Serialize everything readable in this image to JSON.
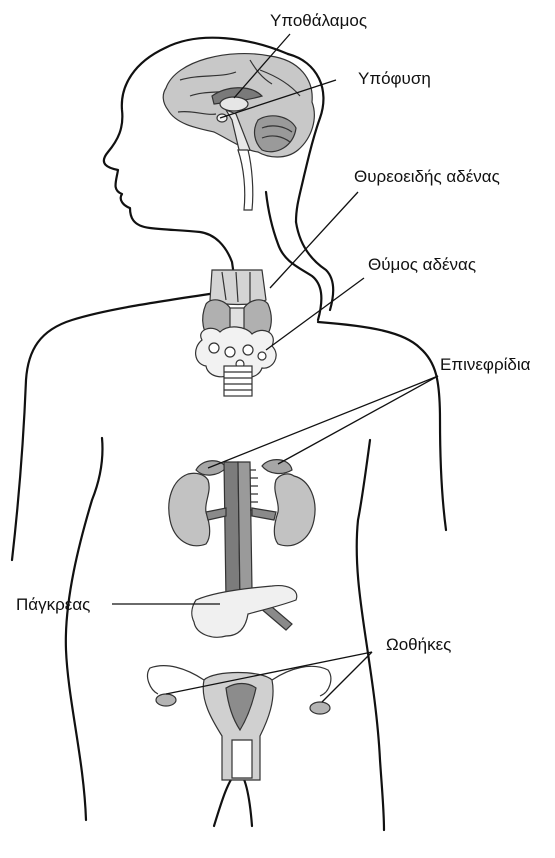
{
  "labels": {
    "hypothalamus": "Υποθάλαμος",
    "pituitary": "Υπόφυση",
    "thyroid": "Θυρεοειδής αδένας",
    "thymus": "Θύμος αδένας",
    "adrenals": "Επινεφρίδια",
    "pancreas": "Πάγκρεας",
    "ovaries": "Ωοθήκες"
  },
  "colors": {
    "outline": "#111111",
    "organ_fill": "#b9b9b9",
    "organ_light": "#dcdcdc",
    "organ_dark": "#6e6e6e",
    "background": "#ffffff"
  }
}
